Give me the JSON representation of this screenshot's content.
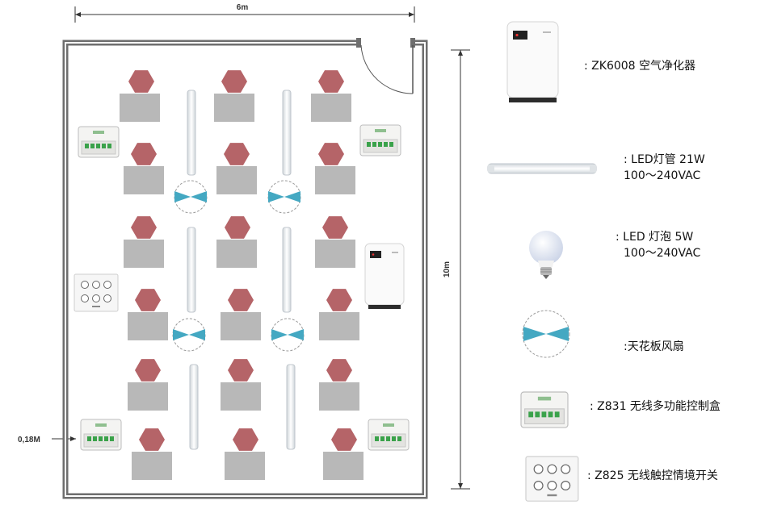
{
  "dimensions": {
    "width_label": "6m",
    "height_label": "10m",
    "offset_label": "0,18M"
  },
  "legend": [
    {
      "icon": "air-purifier-icon",
      "lines": [
        ": ZK6008 空气净化器"
      ]
    },
    {
      "icon": "led-tube-icon",
      "lines": [
        ": LED灯管 21W",
        "100～240VAC"
      ]
    },
    {
      "icon": "led-bulb-icon",
      "lines": [
        ": LED 灯泡 5W",
        "100～240VAC"
      ]
    },
    {
      "icon": "ceiling-fan-icon",
      "lines": [
        ":天花板风扇"
      ]
    },
    {
      "icon": "controller-box-icon",
      "lines": [
        ": Z831 无线多功能控制盒"
      ]
    },
    {
      "icon": "touch-switch-icon",
      "lines": [
        ": Z825 无线触控情境开关"
      ]
    }
  ],
  "colors": {
    "wall": "#6e6e6e",
    "desk": "#b8b8b8",
    "chair": "#b56468",
    "fan_blade": "#44a8c2",
    "tube": "#e8ecef"
  }
}
